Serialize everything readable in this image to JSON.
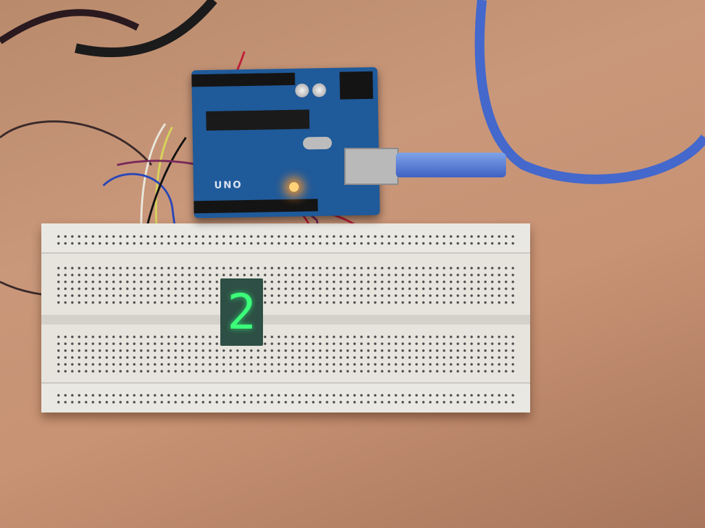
{
  "scene": {
    "description": "Arduino UNO connected via USB to a breadboard driving a single seven-segment display",
    "board_label": "UNO",
    "display_digit": "2",
    "colors": {
      "table": "#c9977a",
      "board": "#1f5a9a",
      "breadboard": "#e6e4dd",
      "usb_cable": "#4a6fd0",
      "segment_on": "#3cff7a",
      "status_led": "#ffb347"
    }
  }
}
